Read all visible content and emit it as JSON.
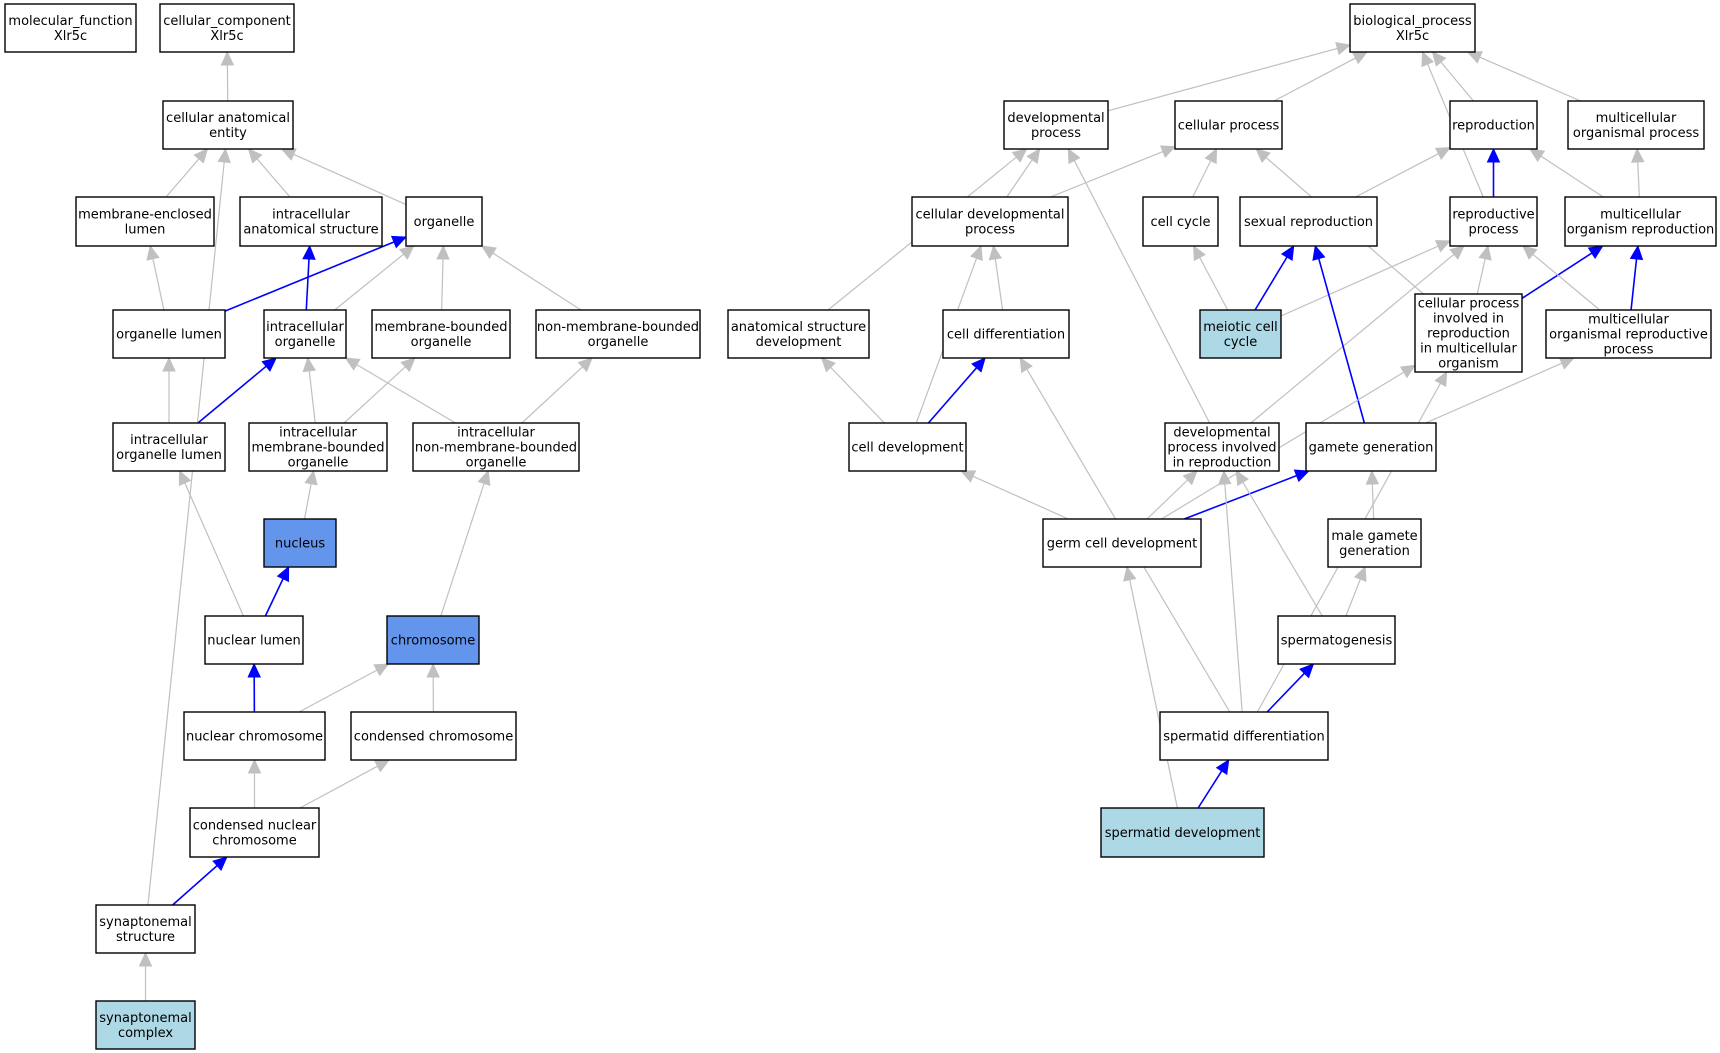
{
  "colors": {
    "edge_gray": "#c0c0c0",
    "edge_blue": "#0000ff",
    "node_white": "#ffffff",
    "node_lightblue": "#add8e6",
    "node_cornflower": "#6495ed",
    "border": "#000000"
  },
  "nodes": [
    {
      "id": "molecular_function",
      "lines": [
        "molecular_function",
        "Xlr5c"
      ],
      "fill": "white"
    },
    {
      "id": "cellular_component",
      "lines": [
        "cellular_component",
        "Xlr5c"
      ],
      "fill": "white"
    },
    {
      "id": "cellular_anatomical_entity",
      "lines": [
        "cellular anatomical",
        "entity"
      ],
      "fill": "white"
    },
    {
      "id": "membrane_enclosed_lumen",
      "lines": [
        "membrane-enclosed",
        "lumen"
      ],
      "fill": "white"
    },
    {
      "id": "intracellular_anatomical_structure",
      "lines": [
        "intracellular",
        "anatomical structure"
      ],
      "fill": "white"
    },
    {
      "id": "organelle",
      "lines": [
        "organelle"
      ],
      "fill": "white"
    },
    {
      "id": "organelle_lumen",
      "lines": [
        "organelle lumen"
      ],
      "fill": "white"
    },
    {
      "id": "intracellular_organelle",
      "lines": [
        "intracellular",
        "organelle"
      ],
      "fill": "white"
    },
    {
      "id": "membrane_bounded_organelle",
      "lines": [
        "membrane-bounded",
        "organelle"
      ],
      "fill": "white"
    },
    {
      "id": "non_membrane_bounded_organelle",
      "lines": [
        "non-membrane-bounded",
        "organelle"
      ],
      "fill": "white"
    },
    {
      "id": "intracellular_organelle_lumen",
      "lines": [
        "intracellular",
        "organelle lumen"
      ],
      "fill": "white"
    },
    {
      "id": "intracellular_membrane_bounded_organelle",
      "lines": [
        "intracellular",
        "membrane-bounded",
        "organelle"
      ],
      "fill": "white"
    },
    {
      "id": "intracellular_non_membrane_bounded_organelle",
      "lines": [
        "intracellular",
        "non-membrane-bounded",
        "organelle"
      ],
      "fill": "white"
    },
    {
      "id": "nucleus",
      "lines": [
        "nucleus"
      ],
      "fill": "cornflower"
    },
    {
      "id": "nuclear_lumen",
      "lines": [
        "nuclear lumen"
      ],
      "fill": "white"
    },
    {
      "id": "chromosome",
      "lines": [
        "chromosome"
      ],
      "fill": "cornflower"
    },
    {
      "id": "nuclear_chromosome",
      "lines": [
        "nuclear chromosome"
      ],
      "fill": "white"
    },
    {
      "id": "condensed_chromosome",
      "lines": [
        "condensed chromosome"
      ],
      "fill": "white"
    },
    {
      "id": "condensed_nuclear_chromosome",
      "lines": [
        "condensed nuclear",
        "chromosome"
      ],
      "fill": "white"
    },
    {
      "id": "synaptonemal_structure",
      "lines": [
        "synaptonemal",
        "structure"
      ],
      "fill": "white"
    },
    {
      "id": "synaptonemal_complex",
      "lines": [
        "synaptonemal",
        "complex"
      ],
      "fill": "lightblue"
    },
    {
      "id": "biological_process",
      "lines": [
        "biological_process",
        "Xlr5c"
      ],
      "fill": "white"
    },
    {
      "id": "developmental_process",
      "lines": [
        "developmental",
        "process"
      ],
      "fill": "white"
    },
    {
      "id": "cellular_process",
      "lines": [
        "cellular process"
      ],
      "fill": "white"
    },
    {
      "id": "reproduction",
      "lines": [
        "reproduction"
      ],
      "fill": "white"
    },
    {
      "id": "multicellular_organismal_process",
      "lines": [
        "multicellular",
        "organismal process"
      ],
      "fill": "white"
    },
    {
      "id": "cellular_developmental_process",
      "lines": [
        "cellular developmental",
        "process"
      ],
      "fill": "white"
    },
    {
      "id": "cell_cycle",
      "lines": [
        "cell cycle"
      ],
      "fill": "white"
    },
    {
      "id": "sexual_reproduction",
      "lines": [
        "sexual reproduction"
      ],
      "fill": "white"
    },
    {
      "id": "reproductive_process",
      "lines": [
        "reproductive",
        "process"
      ],
      "fill": "white"
    },
    {
      "id": "multicellular_organism_reproduction",
      "lines": [
        "multicellular",
        "organism reproduction"
      ],
      "fill": "white"
    },
    {
      "id": "anatomical_structure_development",
      "lines": [
        "anatomical structure",
        "development"
      ],
      "fill": "white"
    },
    {
      "id": "cell_differentiation",
      "lines": [
        "cell differentiation"
      ],
      "fill": "white"
    },
    {
      "id": "meiotic_cell_cycle",
      "lines": [
        "meiotic cell",
        "cycle"
      ],
      "fill": "lightblue"
    },
    {
      "id": "cellular_process_involved_in_reproduction",
      "lines": [
        "cellular process",
        "involved in",
        "reproduction",
        "in multicellular",
        "organism"
      ],
      "fill": "white"
    },
    {
      "id": "multicellular_organismal_reproductive_process",
      "lines": [
        "multicellular",
        "organismal reproductive",
        "process"
      ],
      "fill": "white"
    },
    {
      "id": "cell_development",
      "lines": [
        "cell development"
      ],
      "fill": "white"
    },
    {
      "id": "developmental_process_involved_in_reproduction",
      "lines": [
        "developmental",
        "process involved",
        "in reproduction"
      ],
      "fill": "white"
    },
    {
      "id": "gamete_generation",
      "lines": [
        "gamete generation"
      ],
      "fill": "white"
    },
    {
      "id": "germ_cell_development",
      "lines": [
        "germ cell development"
      ],
      "fill": "white"
    },
    {
      "id": "male_gamete_generation",
      "lines": [
        "male gamete",
        "generation"
      ],
      "fill": "white"
    },
    {
      "id": "spermatogenesis",
      "lines": [
        "spermatogenesis"
      ],
      "fill": "white"
    },
    {
      "id": "spermatid_differentiation",
      "lines": [
        "spermatid differentiation"
      ],
      "fill": "white"
    },
    {
      "id": "spermatid_development",
      "lines": [
        "spermatid development"
      ],
      "fill": "lightblue"
    }
  ],
  "edges": [
    {
      "from": "cellular_anatomical_entity",
      "to": "cellular_component",
      "color": "gray"
    },
    {
      "from": "membrane_enclosed_lumen",
      "to": "cellular_anatomical_entity",
      "color": "gray"
    },
    {
      "from": "intracellular_anatomical_structure",
      "to": "cellular_anatomical_entity",
      "color": "gray"
    },
    {
      "from": "organelle",
      "to": "cellular_anatomical_entity",
      "color": "gray"
    },
    {
      "from": "organelle_lumen",
      "to": "membrane_enclosed_lumen",
      "color": "gray"
    },
    {
      "from": "organelle_lumen",
      "to": "organelle",
      "color": "blue"
    },
    {
      "from": "intracellular_organelle",
      "to": "intracellular_anatomical_structure",
      "color": "blue"
    },
    {
      "from": "intracellular_organelle",
      "to": "organelle",
      "color": "gray"
    },
    {
      "from": "membrane_bounded_organelle",
      "to": "organelle",
      "color": "gray"
    },
    {
      "from": "non_membrane_bounded_organelle",
      "to": "organelle",
      "color": "gray"
    },
    {
      "from": "intracellular_organelle_lumen",
      "to": "organelle_lumen",
      "color": "gray"
    },
    {
      "from": "intracellular_organelle_lumen",
      "to": "intracellular_organelle",
      "color": "blue"
    },
    {
      "from": "intracellular_membrane_bounded_organelle",
      "to": "intracellular_organelle",
      "color": "gray"
    },
    {
      "from": "intracellular_membrane_bounded_organelle",
      "to": "membrane_bounded_organelle",
      "color": "gray"
    },
    {
      "from": "intracellular_non_membrane_bounded_organelle",
      "to": "intracellular_organelle",
      "color": "gray"
    },
    {
      "from": "intracellular_non_membrane_bounded_organelle",
      "to": "non_membrane_bounded_organelle",
      "color": "gray"
    },
    {
      "from": "nucleus",
      "to": "intracellular_membrane_bounded_organelle",
      "color": "gray"
    },
    {
      "from": "nuclear_lumen",
      "to": "intracellular_organelle_lumen",
      "color": "gray"
    },
    {
      "from": "nuclear_lumen",
      "to": "nucleus",
      "color": "blue"
    },
    {
      "from": "chromosome",
      "to": "intracellular_non_membrane_bounded_organelle",
      "color": "gray"
    },
    {
      "from": "nuclear_chromosome",
      "to": "nuclear_lumen",
      "color": "blue"
    },
    {
      "from": "nuclear_chromosome",
      "to": "chromosome",
      "color": "gray"
    },
    {
      "from": "condensed_chromosome",
      "to": "chromosome",
      "color": "gray"
    },
    {
      "from": "condensed_nuclear_chromosome",
      "to": "nuclear_chromosome",
      "color": "gray"
    },
    {
      "from": "condensed_nuclear_chromosome",
      "to": "condensed_chromosome",
      "color": "gray"
    },
    {
      "from": "synaptonemal_structure",
      "to": "condensed_nuclear_chromosome",
      "color": "blue"
    },
    {
      "from": "synaptonemal_structure",
      "to": "cellular_anatomical_entity",
      "color": "gray"
    },
    {
      "from": "synaptonemal_complex",
      "to": "synaptonemal_structure",
      "color": "gray"
    },
    {
      "from": "developmental_process",
      "to": "biological_process",
      "color": "gray"
    },
    {
      "from": "cellular_process",
      "to": "biological_process",
      "color": "gray"
    },
    {
      "from": "reproduction",
      "to": "biological_process",
      "color": "gray"
    },
    {
      "from": "multicellular_organismal_process",
      "to": "biological_process",
      "color": "gray"
    },
    {
      "from": "cellular_developmental_process",
      "to": "developmental_process",
      "color": "gray"
    },
    {
      "from": "cellular_developmental_process",
      "to": "cellular_process",
      "color": "gray"
    },
    {
      "from": "cell_cycle",
      "to": "cellular_process",
      "color": "gray"
    },
    {
      "from": "sexual_reproduction",
      "to": "reproduction",
      "color": "gray"
    },
    {
      "from": "reproductive_process",
      "to": "reproduction",
      "color": "blue"
    },
    {
      "from": "reproductive_process",
      "to": "biological_process",
      "color": "gray"
    },
    {
      "from": "multicellular_organism_reproduction",
      "to": "reproduction",
      "color": "gray"
    },
    {
      "from": "multicellular_organism_reproduction",
      "to": "multicellular_organismal_process",
      "color": "gray"
    },
    {
      "from": "anatomical_structure_development",
      "to": "developmental_process",
      "color": "gray"
    },
    {
      "from": "cell_differentiation",
      "to": "cellular_developmental_process",
      "color": "gray"
    },
    {
      "from": "meiotic_cell_cycle",
      "to": "cell_cycle",
      "color": "gray"
    },
    {
      "from": "meiotic_cell_cycle",
      "to": "sexual_reproduction",
      "color": "blue"
    },
    {
      "from": "meiotic_cell_cycle",
      "to": "reproductive_process",
      "color": "gray"
    },
    {
      "from": "cellular_process_involved_in_reproduction",
      "to": "cellular_process",
      "color": "gray"
    },
    {
      "from": "cellular_process_involved_in_reproduction",
      "to": "reproductive_process",
      "color": "gray"
    },
    {
      "from": "cellular_process_involved_in_reproduction",
      "to": "multicellular_organism_reproduction",
      "color": "blue"
    },
    {
      "from": "multicellular_organismal_reproductive_process",
      "to": "reproductive_process",
      "color": "gray"
    },
    {
      "from": "multicellular_organismal_reproductive_process",
      "to": "multicellular_organism_reproduction",
      "color": "blue"
    },
    {
      "from": "cell_development",
      "to": "cell_differentiation",
      "color": "blue"
    },
    {
      "from": "cell_development",
      "to": "anatomical_structure_development",
      "color": "gray"
    },
    {
      "from": "cell_development",
      "to": "cellular_developmental_process",
      "color": "gray"
    },
    {
      "from": "developmental_process_involved_in_reproduction",
      "to": "developmental_process",
      "color": "gray"
    },
    {
      "from": "developmental_process_involved_in_reproduction",
      "to": "reproductive_process",
      "color": "gray"
    },
    {
      "from": "gamete_generation",
      "to": "sexual_reproduction",
      "color": "blue"
    },
    {
      "from": "gamete_generation",
      "to": "multicellular_organismal_reproductive_process",
      "color": "gray"
    },
    {
      "from": "germ_cell_development",
      "to": "cell_development",
      "color": "gray"
    },
    {
      "from": "germ_cell_development",
      "to": "developmental_process_involved_in_reproduction",
      "color": "gray"
    },
    {
      "from": "germ_cell_development",
      "to": "gamete_generation",
      "color": "blue"
    },
    {
      "from": "germ_cell_development",
      "to": "cellular_process_involved_in_reproduction",
      "color": "gray"
    },
    {
      "from": "male_gamete_generation",
      "to": "gamete_generation",
      "color": "gray"
    },
    {
      "from": "spermatogenesis",
      "to": "male_gamete_generation",
      "color": "gray"
    },
    {
      "from": "spermatogenesis",
      "to": "developmental_process_involved_in_reproduction",
      "color": "gray"
    },
    {
      "from": "spermatid_differentiation",
      "to": "spermatogenesis",
      "color": "blue"
    },
    {
      "from": "spermatid_differentiation",
      "to": "cell_differentiation",
      "color": "gray"
    },
    {
      "from": "spermatid_differentiation",
      "to": "developmental_process_involved_in_reproduction",
      "color": "gray"
    },
    {
      "from": "spermatid_differentiation",
      "to": "cellular_process_involved_in_reproduction",
      "color": "gray"
    },
    {
      "from": "spermatid_development",
      "to": "spermatid_differentiation",
      "color": "blue"
    },
    {
      "from": "spermatid_development",
      "to": "germ_cell_development",
      "color": "gray"
    }
  ]
}
